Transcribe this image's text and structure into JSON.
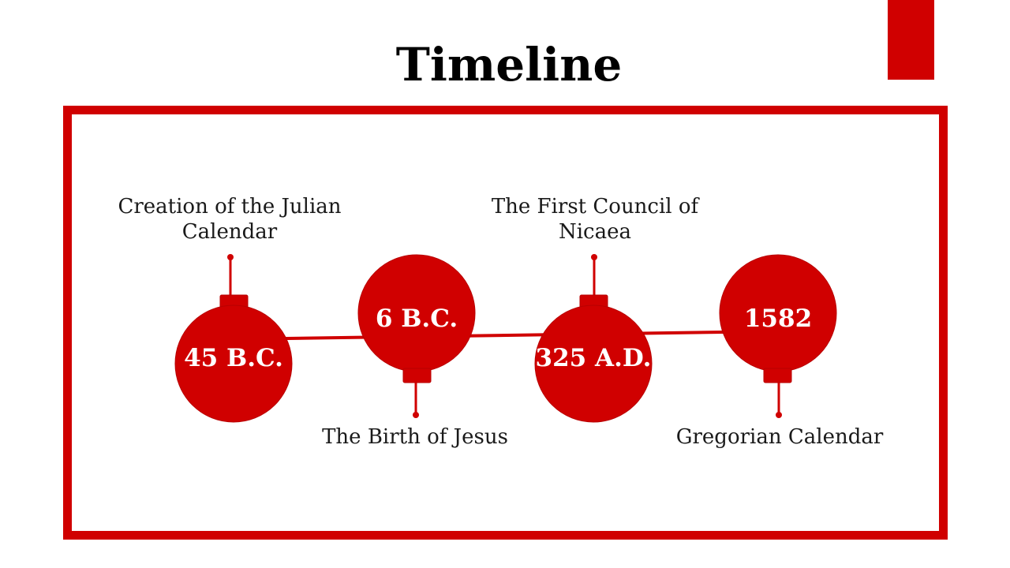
{
  "title": "Timeline",
  "colors": {
    "accent": "#d00000",
    "text": "#1a1a1a",
    "background": "#ffffff"
  },
  "events": [
    {
      "year": "45 B.C.",
      "label": "Creation of the Julian Calendar"
    },
    {
      "year": "6 B.C.",
      "label": "The Birth of Jesus"
    },
    {
      "year": "325 A.D.",
      "label": "The First Council of Nicaea"
    },
    {
      "year": "1582",
      "label": "Gregorian Calendar"
    }
  ]
}
